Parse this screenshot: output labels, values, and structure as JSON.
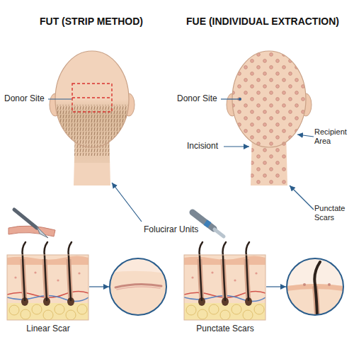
{
  "diagram": {
    "labels": [
      "FUT (STRIP METHOD)",
      "FUE (INDIVIDUAL EXTRACTION)",
      "Donor Site",
      "Folucirar Units",
      "Linear Scar",
      "Donor Site",
      "Incisiont",
      "Recipient Area",
      "Punctate Scars",
      "Punctate Scars"
    ]
  }
}
